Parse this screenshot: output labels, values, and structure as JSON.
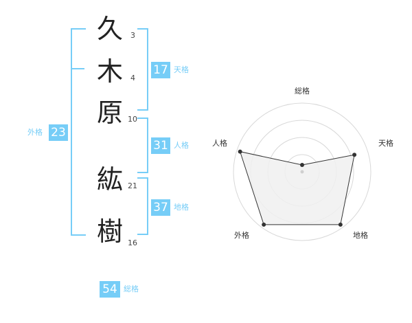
{
  "name": {
    "chars": [
      {
        "char": "久",
        "strokes": "3"
      },
      {
        "char": "木",
        "strokes": "4"
      },
      {
        "char": "原",
        "strokes": "10"
      },
      {
        "char": "紘",
        "strokes": "21"
      },
      {
        "char": "樹",
        "strokes": "16"
      }
    ]
  },
  "kaku": {
    "tenkaku": {
      "value": "17",
      "label": "天格"
    },
    "jinkaku": {
      "value": "31",
      "label": "人格"
    },
    "chikaku": {
      "value": "37",
      "label": "地格"
    },
    "gaikaku": {
      "value": "23",
      "label": "外格"
    },
    "soukaku": {
      "value": "54",
      "label": "総格"
    }
  },
  "colors": {
    "accent": "#76cdf7",
    "text": "#222222",
    "radar_fill": "#f0f0f0",
    "radar_line": "#333333",
    "grid": "#d8d8d8"
  },
  "chart_data": {
    "type": "radar",
    "axes": [
      "総格",
      "天格",
      "地格",
      "外格",
      "人格"
    ],
    "values": [
      0.1,
      0.8,
      0.95,
      0.95,
      0.95
    ],
    "range": [
      0,
      1
    ],
    "grid_rings": 4
  }
}
